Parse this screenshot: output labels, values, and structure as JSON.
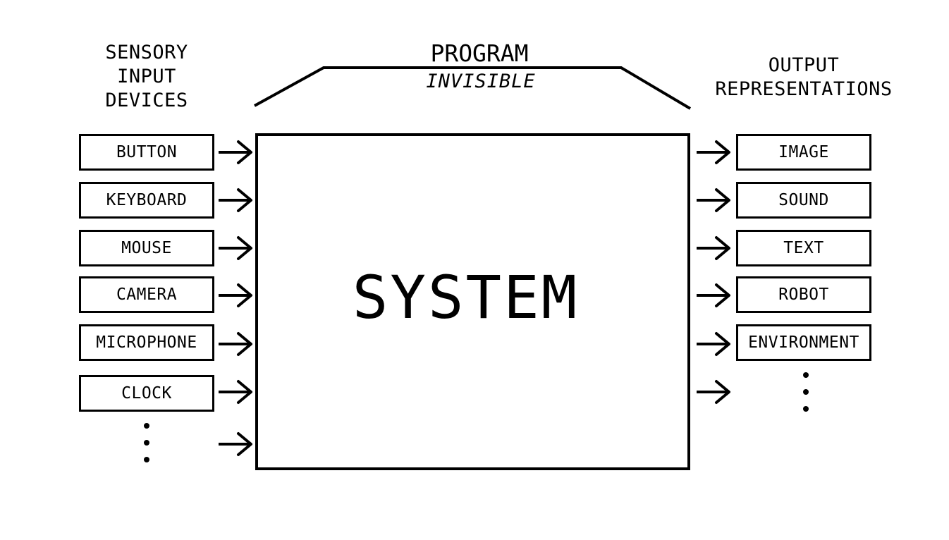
{
  "inputs": {
    "heading": "SENSORY\nINPUT\nDEVICES",
    "items": [
      "BUTTON",
      "KEYBOARD",
      "MOUSE",
      "CAMERA",
      "MICROPHONE",
      "CLOCK"
    ]
  },
  "program": {
    "title": "PROGRAM",
    "subtitle": "INVISIBLE"
  },
  "system": {
    "label": "SYSTEM"
  },
  "outputs": {
    "heading": "OUTPUT\nREPRESENTATIONS",
    "items": [
      "IMAGE",
      "SOUND",
      "TEXT",
      "ROBOT",
      "ENVIRONMENT"
    ]
  }
}
